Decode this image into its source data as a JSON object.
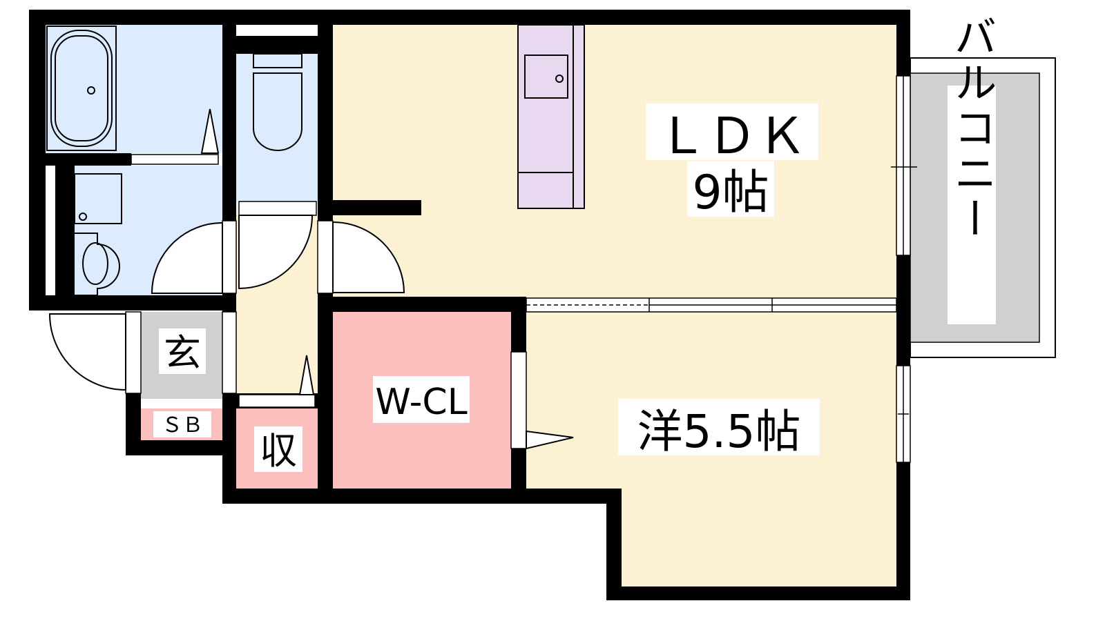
{
  "rooms": {
    "ldk": {
      "name": "ＬＤＫ",
      "size": "9帖"
    },
    "western": {
      "label": "洋5.5帖"
    },
    "wcl": {
      "label": "W-CL"
    },
    "entrance": {
      "label": "玄"
    },
    "shoe_box": {
      "label": "ＳＢ"
    },
    "storage": {
      "label": "収"
    },
    "balcony": {
      "label": "バルコニー"
    }
  },
  "colors": {
    "wall": "#000000",
    "living": "#FDF1D3",
    "wet": "#DCEBFD",
    "closet": "#FBBFBE",
    "entrance": "#D0D0D0",
    "kitchen": "#E8D8F0",
    "balcony": "#D0D0D0"
  }
}
